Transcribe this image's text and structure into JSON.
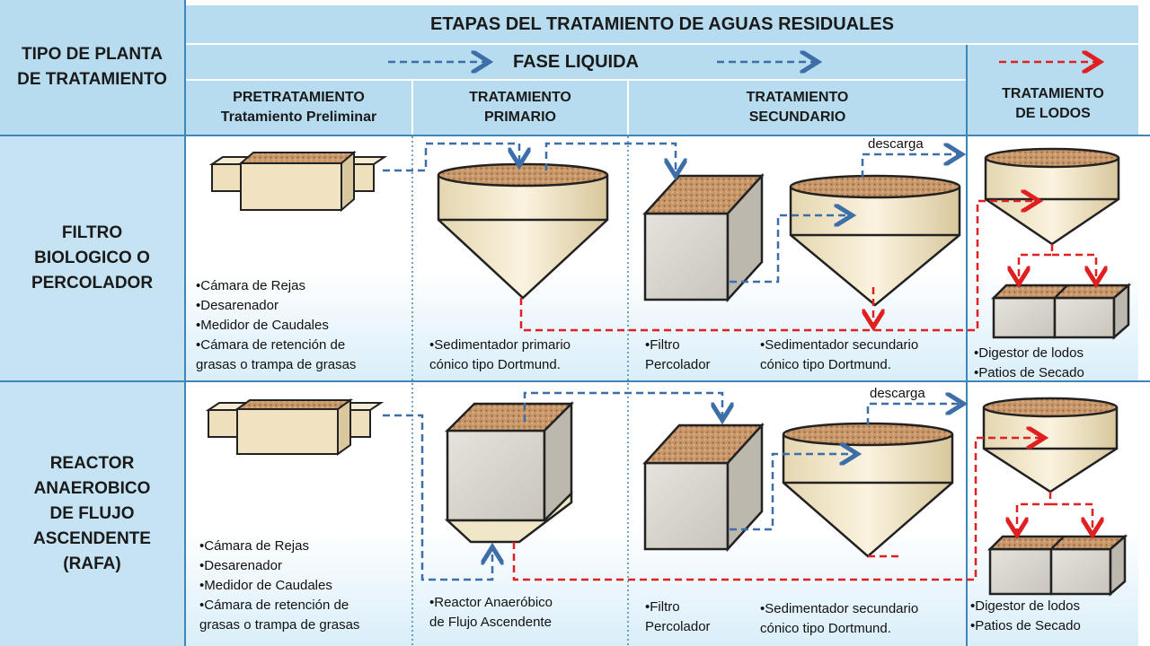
{
  "header": {
    "tipo": "TIPO DE PLANTA DE TRATAMIENTO",
    "title": "ETAPAS DEL TRATAMIENTO DE AGUAS RESIDUALES",
    "fase_liquida": "FASE LIQUIDA",
    "cols": {
      "pre_1": "PRETRATAMIENTO",
      "pre_2": "Tratamiento Preliminar",
      "prim_1": "TRATAMIENTO",
      "prim_2": "PRIMARIO",
      "sec_1": "TRATAMIENTO",
      "sec_2": "SECUNDARIO",
      "lodos_1": "TRATAMIENTO",
      "lodos_2": "DE LODOS"
    }
  },
  "rows": [
    {
      "label_lines": [
        "FILTRO",
        "BIOLOGICO O",
        "PERCOLADOR"
      ],
      "pre_items": [
        "•Cámara de Rejas",
        "•Desarenador",
        "•Medidor de Caudales",
        "•Cámara de retención de",
        "grasas o trampa de grasas"
      ],
      "prim_items": [
        "•Sedimentador primario",
        "cónico tipo Dortmund."
      ],
      "sec_a_items": [
        "•Filtro",
        "Percolador"
      ],
      "sec_b_items": [
        "•Sedimentador secundario",
        "cónico tipo Dortmund."
      ],
      "lodos_items": [
        "•Digestor de lodos",
        "•Patios de Secado"
      ],
      "descarga": "descarga"
    },
    {
      "label_lines": [
        "REACTOR",
        "ANAEROBICO",
        "DE FLUJO",
        "ASCENDENTE",
        "(RAFA)"
      ],
      "pre_items": [
        "•Cámara de Rejas",
        "•Desarenador",
        "•Medidor de Caudales",
        "•Cámara de retención de",
        "grasas o trampa de grasas"
      ],
      "prim_items": [
        "•Reactor Anaeróbico",
        "de Flujo Ascendente"
      ],
      "sec_a_items": [
        "•Filtro",
        "Percolador"
      ],
      "sec_b_items": [
        "•Sedimentador secundario",
        "cónico tipo Dortmund."
      ],
      "lodos_items": [
        "•Digestor de lodos",
        "•Patios de Secado"
      ],
      "descarga": "descarga"
    }
  ],
  "colors": {
    "header_bg": "#b7dcef",
    "grid": "#3f86b8",
    "water_flow": "#3d6ea8",
    "sludge_flow": "#e02020",
    "tank": "#f0e6c8",
    "sand": "#c89a6a"
  }
}
